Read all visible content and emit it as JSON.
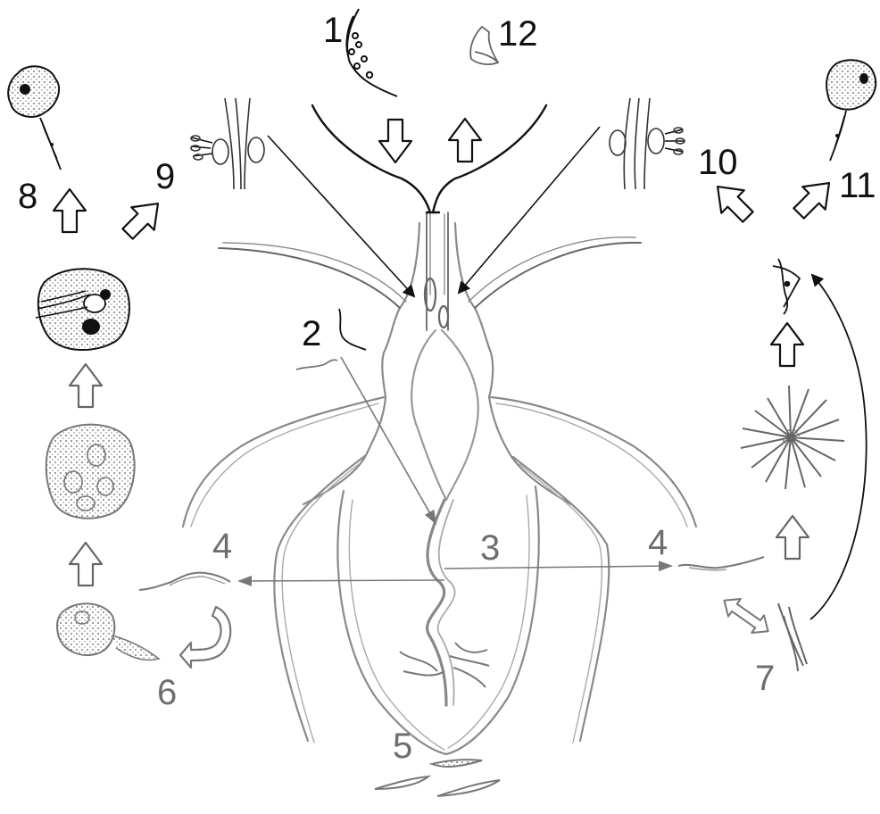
{
  "figure": {
    "labels": [
      "1",
      "2",
      "3",
      "4",
      "4",
      "5",
      "6",
      "7",
      "8",
      "9",
      "10",
      "11",
      "12"
    ]
  },
  "colors": {
    "ink": "#111111",
    "grey_ink": "#6e6e6e",
    "background": "#ffffff"
  }
}
